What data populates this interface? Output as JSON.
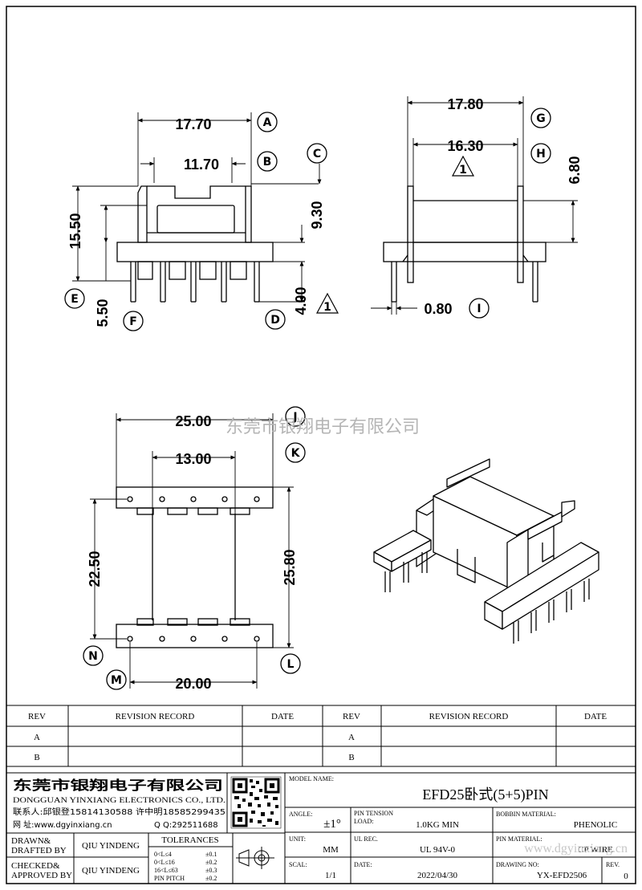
{
  "dimensions": {
    "front": {
      "top_width": "17.70",
      "inner_width": "11.70",
      "total_height": "15.50",
      "body_height": "9.30",
      "pin_length": "4.00",
      "pin_offset": "5.50"
    },
    "side": {
      "outer_width": "17.80",
      "inner_width": "16.30",
      "height": "6.80",
      "pin_dia": "0.80"
    },
    "bottom": {
      "total_width": "25.00",
      "inner_width": "13.00",
      "row_spacing": "22.50",
      "outer_length": "25.80",
      "pin_span": "20.00"
    }
  },
  "markers": [
    "A",
    "B",
    "C",
    "D",
    "E",
    "F",
    "G",
    "H",
    "I",
    "J",
    "K",
    "L",
    "M",
    "N"
  ],
  "note_number": "1",
  "watermark": {
    "center": "东莞市银翔电子有限公司",
    "bottom_right": "www.dgyinxiang.cn"
  },
  "revision": {
    "headers": [
      "REV",
      "REVISION RECORD",
      "DATE",
      "REV",
      "REVISION RECORD",
      "DATE"
    ],
    "rows": [
      [
        "A",
        "",
        "",
        "A",
        "",
        ""
      ],
      [
        "B",
        "",
        "",
        "B",
        "",
        ""
      ]
    ]
  },
  "company": {
    "name_zh": "东莞市银翔电子有限公司",
    "name_en": "DONGGUAN YINXIANG ELECTRONICS CO., LTD.",
    "contact": "联系人:邱银登15814130588 许中明18585299435",
    "web": "网  址:www.dgyinxiang.cn",
    "qq": "Q  Q:292511688"
  },
  "titleblock": {
    "model_name_label": "MODEL NAME:",
    "model_name": "EFD25卧式(5+5)PIN",
    "angle_label": "ANGLE:",
    "angle": "±1°",
    "tension_label": "PIN TENSION",
    "load_label": "LOAD:",
    "load": "1.0KG MIN",
    "bobbin_label": "BOBBIN MATERIAL:",
    "bobbin": "PHENOLIC",
    "unit_label": "UNIT:",
    "unit": "MM",
    "ul_label": "UL REC.",
    "ul": "UL 94V-0",
    "pin_mat_label": "PIN MATERIAL:",
    "pin_mat": "CP WIRE",
    "scale_label": "SCAL:",
    "scale": "1/1",
    "date_label": "DATE:",
    "date": "2022/04/30",
    "drawing_no_label": "DRAWING NO:",
    "drawing_no": "YX-EFD2506",
    "rev_label": "REV.",
    "rev": "0",
    "drawn_label_1": "DRAWN&",
    "drawn_label_2": "DRAFTED BY",
    "drawn_by": "QIU YINDENG",
    "checked_label_1": "CHECKED&",
    "checked_label_2": "APPROVED BY",
    "checked_by": "QIU YINDENG",
    "tolerances_label": "TOLERANCES",
    "tolerances": [
      {
        "range": "0<L≤4",
        "value": "±0.1"
      },
      {
        "range": "0<L≤16",
        "value": "±0.2"
      },
      {
        "range": "16<L≤63",
        "value": "±0.3"
      },
      {
        "range": "PIN PITCH",
        "value": "±0.2"
      }
    ]
  }
}
